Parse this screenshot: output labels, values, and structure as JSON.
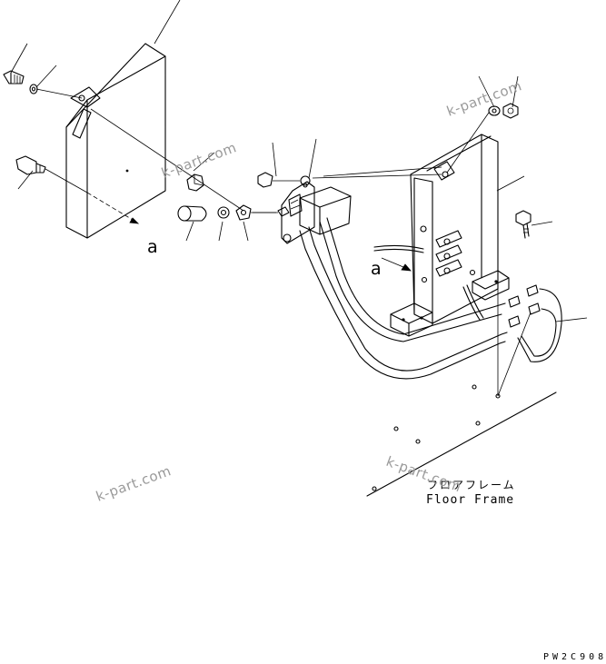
{
  "diagram": {
    "callout_letters": {
      "left": "a",
      "right": "a"
    },
    "floor_label_jp": "フロアフレーム",
    "floor_label_en": "Floor Frame",
    "drawing_code": "PW2C908",
    "watermarks": [
      "k-part.com",
      "k-part.com",
      "k-part.com",
      "k-part.com"
    ]
  }
}
